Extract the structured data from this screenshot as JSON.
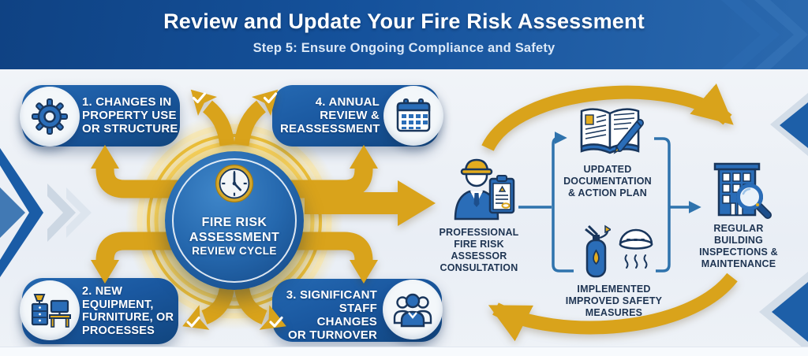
{
  "header": {
    "title": "Review and Update Your Fire Risk Assessment",
    "subtitle": "Step 5: Ensure Ongoing Compliance and Safety"
  },
  "hub": {
    "title": "FIRE RISK\nASSESSMENT",
    "subtitle": "REVIEW CYCLE",
    "icon": "clock-icon"
  },
  "triggers": [
    {
      "id": 1,
      "label": "1. CHANGES IN\nPROPERTY USE\nOR STRUCTURE",
      "icon": "gear-icon"
    },
    {
      "id": 2,
      "label": "2. NEW\nEQUIPMENT,\nFURNITURE, OR\nPROCESSES",
      "icon": "furniture-icon"
    },
    {
      "id": 3,
      "label": "3. SIGNIFICANT\nSTAFF CHANGES\nOR TURNOVER",
      "icon": "staff-icon"
    },
    {
      "id": 4,
      "label": "4. ANNUAL\nREVIEW &\nREASSESSMENT",
      "icon": "calendar-icon"
    }
  ],
  "process": [
    {
      "label": "PROFESSIONAL\nFIRE RISK\nASSESSOR\nCONSULTATION",
      "icon": "assessor-icon"
    },
    {
      "label": "UPDATED\nDOCUMENTATION\n& ACTION PLAN",
      "icon": "book-icon"
    },
    {
      "label": "IMPLEMENTED\nIMPROVED SAFETY\nMEASURES",
      "icon": "extinguisher-icon, smoke-detector-icon"
    },
    {
      "label": "REGULAR\nBUILDING\nINSPECTIONS &\nMAINTENANCE",
      "icon": "building-icon"
    }
  ],
  "colors": {
    "header_blue": "#15529C",
    "pill_blue": "#1A58A0",
    "gold": "#D9A31B",
    "connector_blue": "#2F73AD",
    "navy_text": "#1E3452",
    "background": "#EDF1F6"
  }
}
